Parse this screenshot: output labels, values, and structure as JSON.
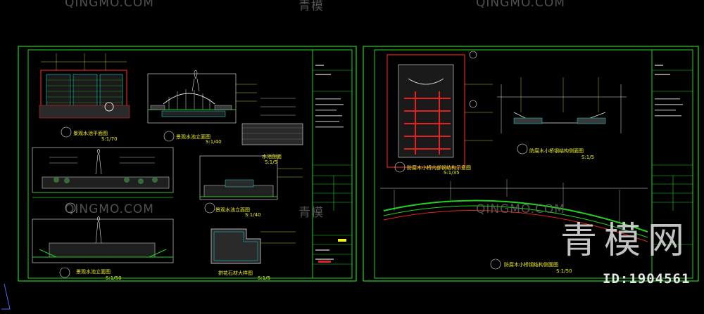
{
  "watermarks": {
    "repeat_text": "QINGMO.COM",
    "center_text": "青模",
    "brand_text": "青模网",
    "id_text": "ID:1904561"
  },
  "drawing_labels": {
    "left_sheet": [
      {
        "title": "景观水池平面图",
        "scale": "S:1/70"
      },
      {
        "title": "景观水池立面图",
        "scale": "S:1/40"
      },
      {
        "title": "水池剖面",
        "scale": "S:1/5"
      },
      {
        "title": "景观水池立面图",
        "scale": "S:1/40"
      },
      {
        "title": "景观水池立面图",
        "scale": "S:1/50"
      },
      {
        "title": "拼花石材大样图",
        "scale": "S:1/5"
      }
    ],
    "right_sheet": [
      {
        "title": "防腐木小桥内部钢结构示意图",
        "scale": "S:1/35"
      },
      {
        "title": "防腐木小桥钢结构侧面图",
        "scale": "S:1/5"
      },
      {
        "title": "防腐木小桥钢结构侧面图",
        "scale": "S:1/50"
      }
    ]
  },
  "colors": {
    "background": "#000000",
    "frame": "#22d41f",
    "label": "#f0f028",
    "red": "#e0231e",
    "cyan": "#18d8d8",
    "watermark": "#6c6c6c"
  }
}
